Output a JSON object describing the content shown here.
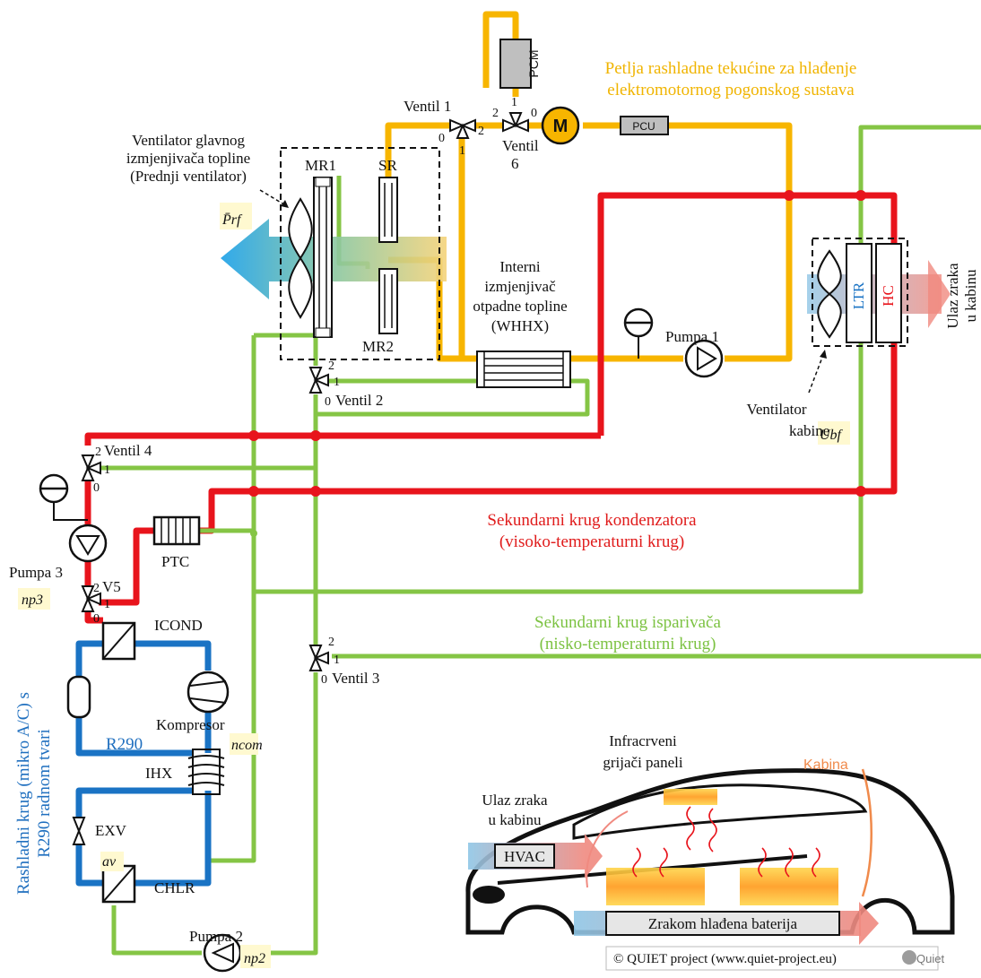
{
  "colors": {
    "coolant": "#f7b500",
    "high_temp": "#e8141c",
    "low_temp": "#85c545",
    "refrigerant": "#1a73c4",
    "cabin_label": "#f08a4b"
  },
  "labels": {
    "coolant_loop_line1": "Petlja rashladne tekućine za hlađenje",
    "coolant_loop_line2": "elektromotornog pogonskog sustava",
    "front_fan_line1": "Ventilator glavnog",
    "front_fan_line2": "izmjenjivača topline",
    "front_fan_line3": "(Prednji ventilator)",
    "front_fan_symbol": "P̄rf",
    "mr1": "MR1",
    "sr": "SR",
    "mr2": "MR2",
    "pcm": "PCM",
    "motor": "M",
    "pcu": "PCU",
    "valve1": "Ventil 1",
    "valve6_line1": "Ventil",
    "valve6_line2": "6",
    "valve2": "Ventil 2",
    "valve3": "Ventil 3",
    "valve4": "Ventil 4",
    "v5": "V5",
    "whhx_line1": "Interni",
    "whhx_line2": "izmjenjivač",
    "whhx_line3": "otpadne topline",
    "whhx_line4": "(WHHX)",
    "pump1": "Pumpa 1",
    "pump2": "Pumpa 2",
    "pump2_symbol": "np2",
    "pump3": "Pumpa 3",
    "pump3_symbol": "np3",
    "ltr": "LTR",
    "hc": "HC",
    "cabin_air_inlet_line1": "Ulaz zraka",
    "cabin_air_inlet_line2": "u kabinu",
    "cabin_fan_line1": "Ventilator",
    "cabin_fan_line2": "kabine",
    "cabin_fan_symbol": "Ubf",
    "ptc": "PTC",
    "icond": "ICOND",
    "compressor": "Kompresor",
    "compressor_symbol": "ncom",
    "r290": "R290",
    "ihx": "IHX",
    "exv": "EXV",
    "exv_symbol": "av",
    "chlr": "CHLR",
    "high_temp_line1": "Sekundarni krug kondenzatora",
    "high_temp_line2": "(visoko-temperaturni krug)",
    "low_temp_line1": "Sekundarni krug isparivača",
    "low_temp_line2": "(nisko-temperaturni krug)",
    "refrigerant_line1": "Rashladni krug (mikro A/C) s",
    "refrigerant_line2": "R290 radnom tvari",
    "ir_line1": "Infracrveni",
    "ir_line2": "grijači paneli",
    "cabin": "Kabina",
    "hvac": "HVAC",
    "battery": "Zrakom hlađena baterija",
    "copyright": "© QUIET project (www.quiet-project.eu)",
    "logo_text": "Quiet"
  },
  "ports": {
    "p0": "0",
    "p1": "1",
    "p2": "2"
  }
}
